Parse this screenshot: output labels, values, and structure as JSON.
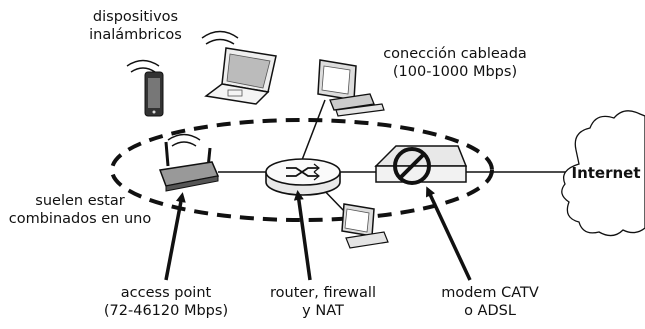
{
  "labels": {
    "wireless_devices": [
      "dispositivos",
      "inalámbricos"
    ],
    "wired_connection": [
      "conección cableada",
      "(100-1000 Mbps)"
    ],
    "combined": [
      "suelen estar",
      "combinados en uno"
    ],
    "access_point": [
      "access point",
      "(72-46120 Mbps)"
    ],
    "router": [
      "router, firewall",
      "y NAT"
    ],
    "modem": [
      "modem CATV",
      "o ADSL"
    ],
    "internet": "Internet"
  },
  "icons": {
    "phone": "smartphone-icon",
    "laptop": "laptop-icon",
    "desktop_top": "desktop-computer-icon",
    "desktop_bottom": "desktop-computer-icon",
    "access_point": "wireless-access-point-icon",
    "router": "router-icon",
    "modem": "modem-icon",
    "cloud": "internet-cloud-icon"
  },
  "colors": {
    "stroke": "#111111",
    "device_fill": "#e8e8e8"
  }
}
